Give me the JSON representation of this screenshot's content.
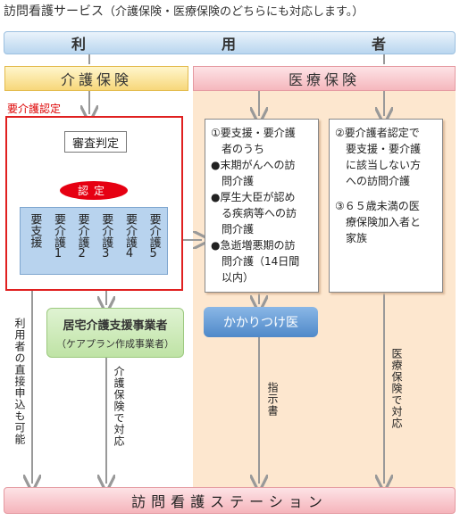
{
  "title": {
    "main": "訪問看護サービス",
    "sub": "（介護保険・医療保険のどちらにも対応します。）"
  },
  "user_bar": {
    "chars": [
      "利",
      "用",
      "者"
    ]
  },
  "kaigo_header": "介護保険",
  "iryo_header": "医療保険",
  "yokaigo_label": "要介護認定",
  "shinsa": "審査判定",
  "nintei": "認定",
  "levels": [
    {
      "text": "要支援",
      "num": ""
    },
    {
      "text": "要介護",
      "num": "1"
    },
    {
      "text": "要介護",
      "num": "2"
    },
    {
      "text": "要介護",
      "num": "3"
    },
    {
      "text": "要介護",
      "num": "4"
    },
    {
      "text": "要介護",
      "num": "5"
    }
  ],
  "care_manager": {
    "main": "居宅介護支援事業者",
    "note": "（ケアプラン作成事業者）"
  },
  "box1": {
    "lines": [
      "①要支援・要介護",
      "　者のうち",
      "●末期がんへの訪",
      "　問介護",
      "●厚生大臣が認め",
      "　る疾病等への訪",
      "　問介護",
      "●急逝増悪期の訪",
      "　問介護（14日間",
      "　以内）"
    ]
  },
  "box2": {
    "lines": [
      "②要介護者認定で",
      "　要支援・要介護",
      "　に該当しない方",
      "　への訪問介護",
      "③６５歳未満の医",
      "　療保険加入者と",
      "　家族"
    ]
  },
  "doctor": "かかりつけ医",
  "vertical_labels": {
    "direct": "利用者の直接申込も可能",
    "kaigo_taiou": "介護保険で対応",
    "shijisho": "指示書",
    "iryo_taiou": "医療保険で対応"
  },
  "station": "訪問看護ステーション",
  "colors": {
    "arrow": "#999999",
    "red": "#e02020",
    "medical_bg": "#fde7cf",
    "level_bg": "#b8d3ee"
  }
}
